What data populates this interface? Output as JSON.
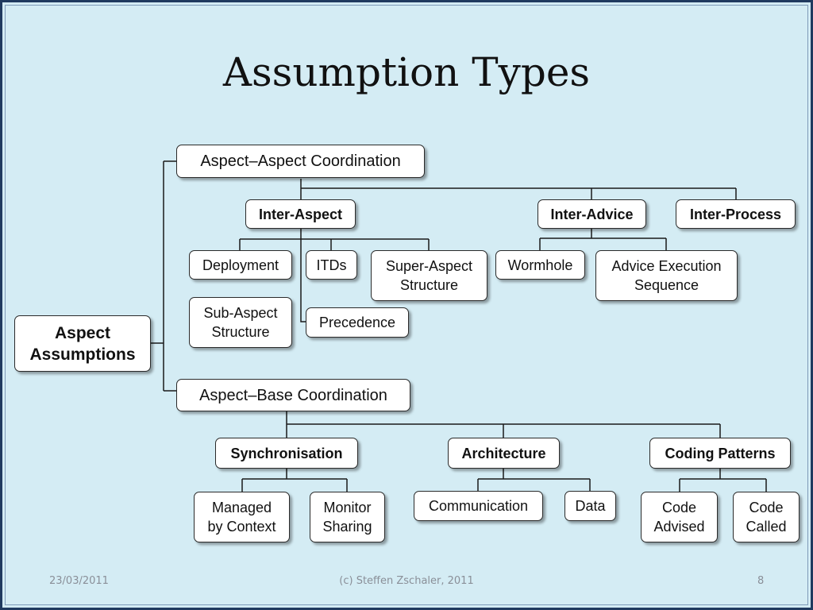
{
  "title": "Assumption Types",
  "root": "Aspect\nAssumptions",
  "aspect_aspect": {
    "label": "Aspect–Aspect Coordination",
    "inter_aspect": {
      "label": "Inter-Aspect",
      "children": [
        "Deployment",
        "ITDs",
        "Super-Aspect\nStructure",
        "Sub-Aspect\nStructure",
        "Precedence"
      ]
    },
    "inter_advice": {
      "label": "Inter-Advice",
      "children": [
        "Wormhole",
        "Advice Execution\nSequence"
      ]
    },
    "inter_process": {
      "label": "Inter-Process"
    }
  },
  "aspect_base": {
    "label": "Aspect–Base Coordination",
    "synchronisation": {
      "label": "Synchronisation",
      "children": [
        "Managed\nby Context",
        "Monitor\nSharing"
      ]
    },
    "architecture": {
      "label": "Architecture",
      "children": [
        "Communication",
        "Data"
      ]
    },
    "coding_patterns": {
      "label": "Coding Patterns",
      "children": [
        "Code\nAdvised",
        "Code\nCalled"
      ]
    }
  },
  "footer": {
    "date": "23/03/2011",
    "copyright": "(c) Steffen Zschaler, 2011",
    "page": "8"
  }
}
